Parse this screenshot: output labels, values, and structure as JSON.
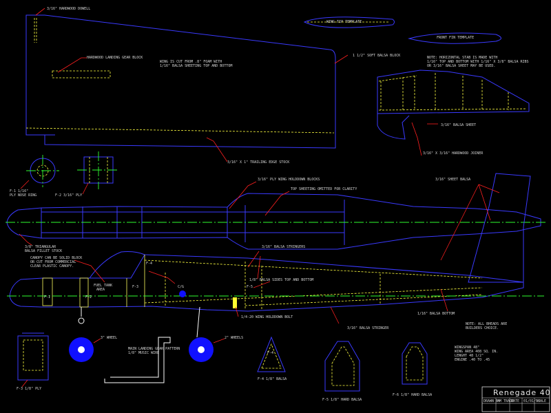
{
  "labels": {
    "dowel": "3/16\" HARDWOOD DOWELL",
    "wing_tip_template": "WING TIP TEMPLATE",
    "fin_template": "FRONT FIN TEMPLATE",
    "soft_balsa_block": "1 1/2\" SOFT BALSA BLOCK",
    "note_horiz_1": "NOTE: HORIZONTAL STAB IS MADE WITH",
    "note_horiz_2": "1/16\" TOP AND BOTTOM WITH 1/16\" X 3/8\" BALSA RIBS",
    "note_horiz_3": "OR 3/16\" BALSA SHEET MAY BE USED.",
    "landing_gear_block": "HARDWOOD LANDING GEAR BLOCK",
    "wing_cut_1": "WING IS CUT FROM .8\" FOAM WITH",
    "wing_cut_2": "1/16\" BALSA SHEETING TOP AND BOTTOM",
    "balsa_sheet": "3/16\" BALSA SHEET",
    "joiner": "3/16\" X 3/16\" HARDWOOD JOINER",
    "trailing_edge": "3/16\" X 1\" TRAILING EDGE STOCK",
    "f1": "F-1  1/16\"",
    "f1_b": "PLY NOSE RING",
    "f2": "F-2  3/16\" PLY",
    "holddown": "3/16\" PLY WING HOLDDOWN BLOCKS",
    "top_sheeting": "TOP SHEETING OMITTED FOR CLARITY",
    "sheet_balsa": "3/16\" SHEET BALSA",
    "triangular_1": "3/8\" TRIANGULAR",
    "triangular_2": "BALSA FILLET STOCK",
    "canopy_1": "CANOPY CAN BE SOLID BLOCK",
    "canopy_2": "OR CUT FROM COMMERCIAL",
    "canopy_3": "CLEAR PLASTIC CANOPY.",
    "stringers": "3/16\" BALSA STRINGERS",
    "fuel_tank_1": "FUEL TANK",
    "fuel_tank_2": "AREA",
    "sides": "1/8\" BALSA SIDES TOP AND BOTTOM",
    "cg": "C/G",
    "bolt": "1/4-20 WING HOLDDOWN BOLT",
    "stringer": "3/16\" BALSA STRINGER",
    "bottom": "1/16\" BALSA BOTTOM",
    "notes_1": "NOTE: ALL BHEADS ARE",
    "notes_2": "BUILDERS CHOICE.",
    "wheel_3": "3\" WHEEL",
    "wheels_2": "2\" WHEELS",
    "main_gear_1": "MAIN LANDING GEAR PATTERN",
    "main_gear_2": "1/8\" MUSIC WIRE",
    "f3_fly": "F-3  1/8\" PLY",
    "f4_balsa": "F-4  1/8\" BALSA",
    "f5_hard": "F-5  1/8\" HARD BALSA",
    "f6_hard": "F-6  1/8\" HARD BALSA",
    "spec_1": "WINGSPAN 48\"",
    "spec_2": "WING AREA 408 SQ. IN.",
    "spec_3": "LENGHT 48 1/2\"",
    "spec_4": "ENGINE .40 TO .45",
    "tag_f1": "F-1",
    "tag_f2": "F-2",
    "tag_f3": "F-3",
    "tag_f4": "F-4",
    "tag_f5": "F-5",
    "tag_f4b": "F-4"
  },
  "title_block": {
    "title": "Renegade 40",
    "row": [
      "DRAWN BY",
      "AM TRADE",
      "DATE",
      "01/01/98",
      "SCALE"
    ]
  },
  "colors": {
    "background": "#000000",
    "outline": "#3a3aff",
    "leader": "#ff2020",
    "hidden": "#ffff40",
    "center": "#30ff30",
    "wheel": "#1010ff"
  }
}
